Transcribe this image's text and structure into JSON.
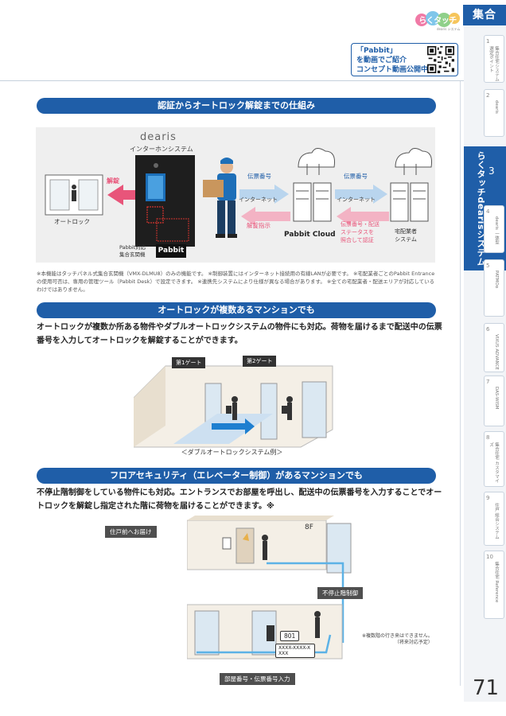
{
  "header": {
    "brand_logo_text": "らくタッチ",
    "brand_logo_sub": "dearis システム",
    "category": "集合",
    "promo_lines": [
      "「Pabbit」",
      "を動画でご紹介",
      "コンセプト動画公開中"
    ]
  },
  "nav": {
    "items": [
      {
        "num": "1",
        "label": "集合住宅システム選定ポイント"
      },
      {
        "num": "2",
        "label": "dearis"
      },
      {
        "num": "4",
        "label": "dearis 一体型"
      },
      {
        "num": "5",
        "label": "PATMOα"
      },
      {
        "num": "6",
        "label": "VIXUS ADVANCE"
      },
      {
        "num": "7",
        "label": "DAS-WISM"
      },
      {
        "num": "8",
        "label": "集合住宅 カスタマイズ"
      },
      {
        "num": "9",
        "label": "住戸 総合システム"
      },
      {
        "num": "10",
        "label": "集合住宅 Reference"
      }
    ],
    "active": {
      "num": "3",
      "label": "らくタッチdearisシステム"
    }
  },
  "section1": {
    "title": "認証からオートロック解錠までの仕組み",
    "dearis_logo": "dearis",
    "intercom_label": "インターホンシステム",
    "unlock_label": "解錠",
    "autolock_label": "オートロック",
    "pabbit_panel_label_1": "Pabbit対応",
    "pabbit_panel_label_2": "集合玄関機",
    "pabbit_badge": "Pabbit",
    "tracking_no_1": "伝票番号",
    "tracking_no_2": "伝票番号",
    "internet_1": "インターネット",
    "internet_2": "インターネット",
    "unlock_instruction": "解錠指示",
    "auth_lines": [
      "伝票番号・配送",
      "ステータスを",
      "照合して認証"
    ],
    "pabbit_cloud": "Pabbit Cloud",
    "carrier_lines": [
      "宅配業者",
      "システム"
    ],
    "note": "※本機能はタッチパネル式集合玄関機（VMX-DLMU8）のみの機能です。 ※制御装置にはインターネット接続用の有線LANが必要です。 ※宅配業者ごとのPabbit Entranceの使用可否は、専用の管理ツール（Pabbit Desk）で設定できます。 ※連携先システムにより仕様が異なる場合があります。 ※全ての宅配業者・配送エリアが対応しているわけではありません。"
  },
  "section2": {
    "title": "オートロックが複数あるマンションでも",
    "body": "オートロックが複数か所ある物件やダブルオートロックシステムの物件にも対応。荷物を届けるまで配送中の伝票番号を入力してオートロックを解錠することができます。",
    "gate1": "第1ゲート",
    "gate2": "第2ゲート",
    "caption": "＜ダブルオートロックシステム例＞"
  },
  "section3": {
    "title": "フロアセキュリティ（エレベーター制御）があるマンションでも",
    "body": "不停止階制御をしている物件にも対応。エントランスでお部屋を呼出し、配送中の伝票番号を入力することでオートロックを解錠し指定された階に荷物を届けることができます。※",
    "door_delivery": "住戸前へお届け",
    "floor": "8F",
    "nonstop": "不停止階制御",
    "room_no": "801",
    "code": "XXXX-XXXX-XXXX",
    "input_label": "部屋番号・伝票番号入力",
    "note_lines": [
      "※複数階の行き来はできません。",
      "（将来対応予定）"
    ]
  },
  "page_number": "71",
  "colors": {
    "brand": "#1f5ea8",
    "pink": "#e8557a",
    "pink_light": "#f3b3c4",
    "blue_light": "#b9d5ee"
  }
}
